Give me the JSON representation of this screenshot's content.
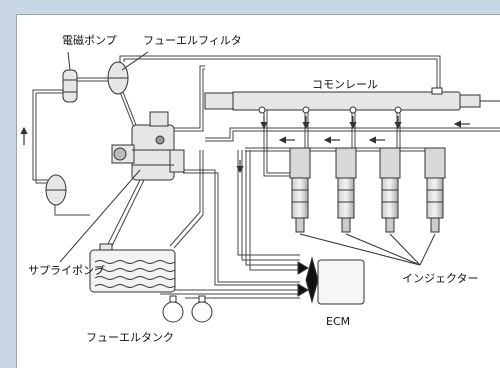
{
  "labels": {
    "magnetic_pump": "電磁ポンプ",
    "fuel_filter": "フューエルフィルタ",
    "common_rail": "コモンレール",
    "supply_pump": "サプライポンプ",
    "fuel_tank": "フューエルタンク",
    "injector": "インジェクター",
    "ecm": "ECM"
  },
  "colors": {
    "frame_background": "#c9d6e3",
    "panel_background": "#ffffff",
    "line": "#444444",
    "component_fill": "#e6e6e6"
  },
  "icons": [
    "arrow-icon"
  ]
}
